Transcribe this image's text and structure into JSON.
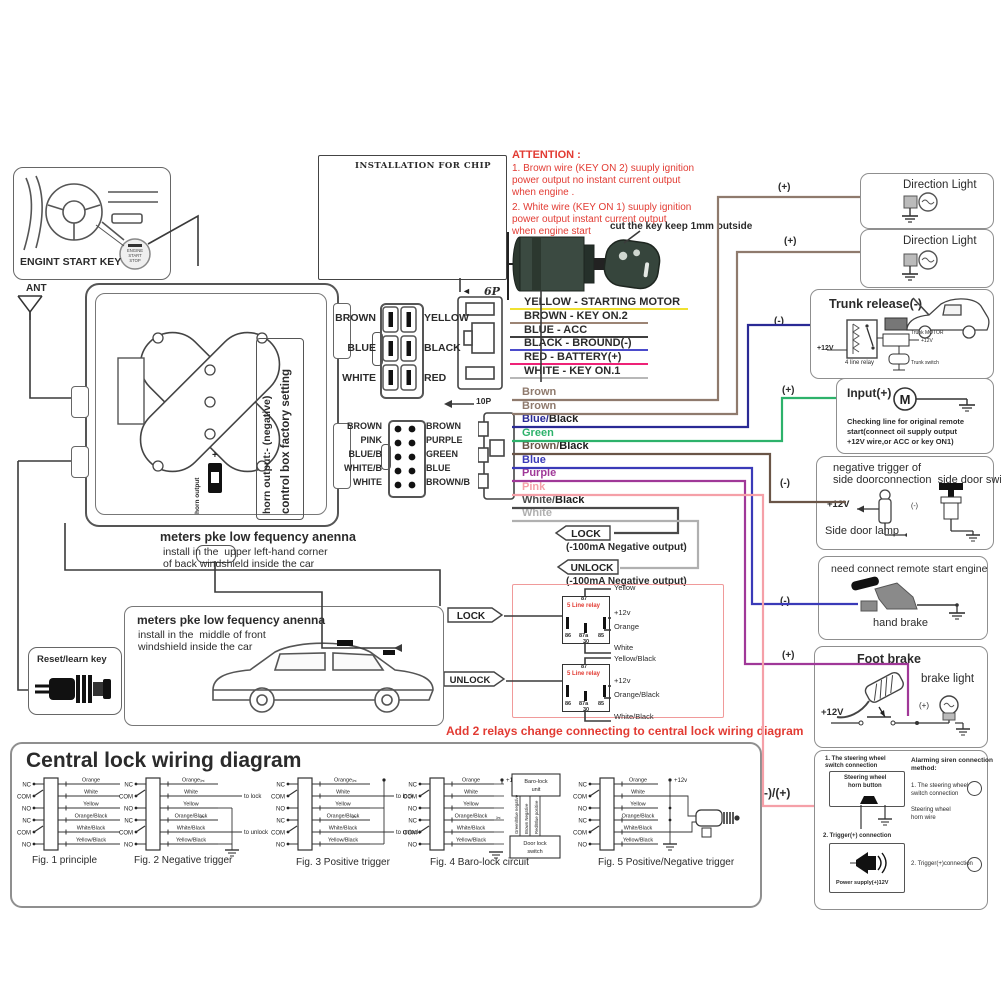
{
  "colors": {
    "red": "#e23b33",
    "pink_box": "#f09a9a",
    "line": "#3a3a3a"
  },
  "top_left": {
    "label": "ENGINT START KEY",
    "btn1": "ENGINE",
    "btn2": "START",
    "btn3": "STOP",
    "ant": "ANT"
  },
  "chip_box": {
    "title": "INSTALLATION FOR CHIP"
  },
  "attention": {
    "title": "ATTENTION :",
    "item1": "1. Brown wire (KEY  ON 2) suuply ignition\npower output no instant current output\nwhen engine .",
    "item2": "2. White wire (KEY  ON 1) suuply ignition\npower output  instant current output\nwhen engine start",
    "key_note": "cut the key keep 1mm outside"
  },
  "connector6p": {
    "label": "6P",
    "left": [
      "BROWN",
      "BLUE",
      "WHITE"
    ],
    "right": [
      "YELLOW",
      "BLACK",
      "RED"
    ]
  },
  "connector10p": {
    "label": "10P",
    "left": [
      "BROWN",
      "PINK",
      "BLUE/B",
      "WHITE/B",
      "WHITE"
    ],
    "right": [
      "BROWN",
      "PURPLE",
      "GREEN",
      "BLUE",
      "BROWN/B"
    ]
  },
  "ignition_wires": [
    {
      "label": "YELLOW - STARTING MOTOR",
      "color": "#f0e130"
    },
    {
      "label": "BROWN - KEY ON.2",
      "color": "#9c8474"
    },
    {
      "label": "BLUE - ACC",
      "color": "#3f3f3f"
    },
    {
      "label": "BLACK - BROUND(-)",
      "color": "#4b4bcb"
    },
    {
      "label": "RED - BATTERY(+)",
      "color": "#ee2277"
    },
    {
      "label": "WHITE - KEY ON.1",
      "color": "#b8b8b8"
    }
  ],
  "harness_wires": [
    {
      "label": "Brown",
      "color": "#8f7a6d"
    },
    {
      "label": "Brown",
      "color": "#8f7a6d"
    },
    {
      "label": "Blue/Black",
      "color": "#2a2a95"
    },
    {
      "label": "Green",
      "color": "#2db26b"
    },
    {
      "label": "Brown/Black",
      "color": "#6a5547"
    },
    {
      "label": "Blue",
      "color": "#3a3ab8"
    },
    {
      "label": "Purple",
      "color": "#a03898"
    },
    {
      "label": "Pink",
      "color": "#f5a0a8"
    },
    {
      "label": "White/Black",
      "color": "#4a4a4a"
    },
    {
      "label": "White",
      "color": "#b0b0b0"
    }
  ],
  "lock_output": {
    "lock": "LOCK",
    "lock_note": "(-100mA Negative output)",
    "unlock": "UNLOCK",
    "unlock_note": "(-100mA Negative output)"
  },
  "relay_section": {
    "lock_tag": "LOCK",
    "unlock_tag": "UNLOCK",
    "relay_name": "5 Line relay",
    "p87": "87",
    "p86": "86",
    "p87a": "87a",
    "p85": "85",
    "p30": "30",
    "lock_wires": [
      "Yellow",
      "+12v",
      "Orange",
      "White"
    ],
    "unlock_wires": [
      "Yellow/Black",
      "+12v",
      "Orange/Black",
      "White/Black"
    ],
    "note": "Add 2 relays change connecting to central lock wiring diagram"
  },
  "control_box": {
    "side_text1": "control box factory setting",
    "side_text2": "horn output:- (negative)",
    "horn_output": "horn output",
    "plus": "+"
  },
  "antenna_note1": {
    "title": "meters pke low fequency anenna",
    "line1": "install in the  upper left-hand corner",
    "line2": "of back windshield inside the car"
  },
  "antenna_note2": {
    "title": "meters pke low fequency anenna",
    "line1": "install in the  middle of front",
    "line2": "windshield inside the car"
  },
  "reset_key": {
    "label": "Reset/learn key"
  },
  "right_boxes": {
    "direction_light_1": {
      "sign": "(+)",
      "title": "Direction Light"
    },
    "direction_light_2": {
      "sign": "(+)",
      "title": "Direction Light"
    },
    "trunk": {
      "sign": "(-)",
      "title": "Trunk release(-)",
      "v12": "+12V",
      "relay": "4 line relay",
      "motor": "Trunk MOTOR",
      "v12b": "+12V",
      "switch": "Trunk switch"
    },
    "input": {
      "sign": "(+)",
      "title": "Input(+)",
      "motor": "M",
      "note1": "Checking line for original remote",
      "note2": "start(connect oil supply output",
      "note3": "+12V wire,or ACC or key ON1)"
    },
    "side_door": {
      "sign": "(-)",
      "title1": "negative trigger of",
      "title2": "side doorconnection  side door switch",
      "v12": "+12V",
      "lamp": "Side door lamp",
      "sw_sign": "(-)"
    },
    "hand_brake": {
      "sign": "(-)",
      "title": "need connect remote start engine",
      "label": "hand brake"
    },
    "foot_brake": {
      "sign": "(+)",
      "title": "Foot brake",
      "v12": "+12V",
      "light": "brake light",
      "light_sign": "(+)"
    },
    "siren": {
      "sign": "(-)/(+)",
      "s1a": "1. The steering wheel",
      "s1b": "switch connection",
      "horn1": "Steering wheel",
      "horn2": "horn button",
      "alarm1": "Alarming siren connection",
      "alarm2": "method:",
      "m1a": "1. The steering wheel",
      "m1b": "switch connection",
      "wire1": "Steering wheel",
      "wire2": "horn wire",
      "s2": "2. Trigger(+) connection",
      "power": "Power supply(+)12V",
      "m2": "2. Trigger(+)connection"
    }
  },
  "central_lock": {
    "title": "Central lock wiring diagram",
    "rows": [
      "NC",
      "COM",
      "NO",
      "NC",
      "COM",
      "NO"
    ],
    "wires": [
      "Orange",
      "White",
      "Yellow",
      "Orange/Black",
      "White/Black",
      "Yellow/Black"
    ],
    "to_lock": "to lock",
    "to_unlock": "to unlock",
    "v12": "+12v",
    "baro_unit1": "Baro-lock",
    "baro_unit2": "unit",
    "door_switch1": "Door lock",
    "door_switch2": "switch",
    "strip_labels": [
      "Green/Blue negative",
      "Brown Negative",
      "Red/Blue positive"
    ],
    "figs": [
      {
        "caption": "Fig. 1 principle"
      },
      {
        "caption": "Fig. 2 Negative trigger"
      },
      {
        "caption": "Fig. 3 Positive trigger"
      },
      {
        "caption": "Fig. 4 Baro-lock circuit"
      },
      {
        "caption": "Fig. 5 Positive/Negative trigger"
      }
    ]
  }
}
